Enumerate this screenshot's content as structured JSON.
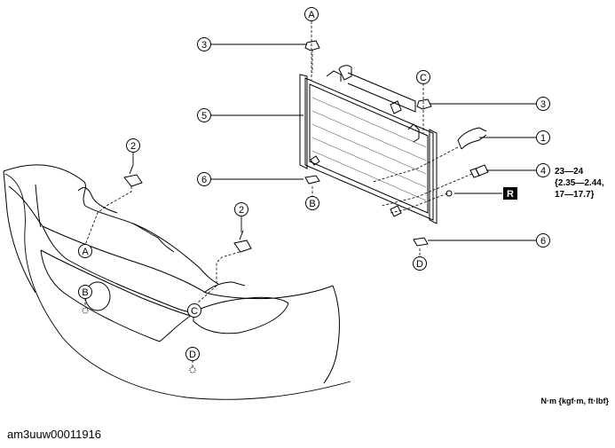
{
  "callouts": {
    "n1": "1",
    "n2a": "2",
    "n2b": "2",
    "n3a": "3",
    "n3b": "3",
    "n4": "4",
    "n5": "5",
    "n6a": "6",
    "n6b": "6"
  },
  "letters": {
    "A_top": "A",
    "C_top": "C",
    "B_rad": "B",
    "D_rad": "D",
    "A_car": "A",
    "B_car": "B",
    "C_car": "C",
    "D_car": "D"
  },
  "torque": {
    "line1": "23—24",
    "line2": "{2.35—2.44,",
    "line3": "17—17.7}"
  },
  "r_mark": "R",
  "unit_note": "N·m {kgf·m, ft·lbf}",
  "caption": "am3uuw00011916"
}
